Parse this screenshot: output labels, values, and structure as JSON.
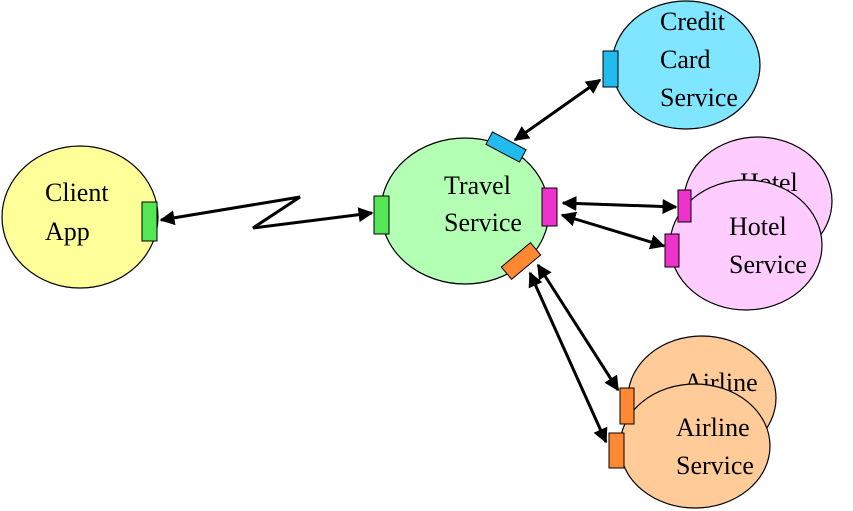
{
  "nodes": {
    "client_app": {
      "label_lines": [
        "Client",
        "App"
      ],
      "fill": "#ffff99"
    },
    "travel_service": {
      "label_lines": [
        "Travel",
        "Service"
      ],
      "fill": "#b3ffb3"
    },
    "credit_card_service": {
      "label_lines": [
        "Credit",
        "Card",
        "Service"
      ],
      "fill": "#80e5ff"
    },
    "hotel_service_back": {
      "label_lines": [
        "Hotel"
      ],
      "fill": "#ffccff"
    },
    "hotel_service_front": {
      "label_lines": [
        "Hotel",
        "Service"
      ],
      "fill": "#ffccff"
    },
    "airline_service_back": {
      "label_lines": [
        "Airline"
      ],
      "fill": "#ffcc99"
    },
    "airline_service_front": {
      "label_lines": [
        "Airline",
        "Service"
      ],
      "fill": "#ffcc99"
    }
  },
  "port_colors": {
    "client_link": "#55e655",
    "credit_card_link": "#22bbee",
    "hotel_link": "#ee33cc",
    "airline_link": "#ff8833"
  },
  "line_color": "#000000"
}
